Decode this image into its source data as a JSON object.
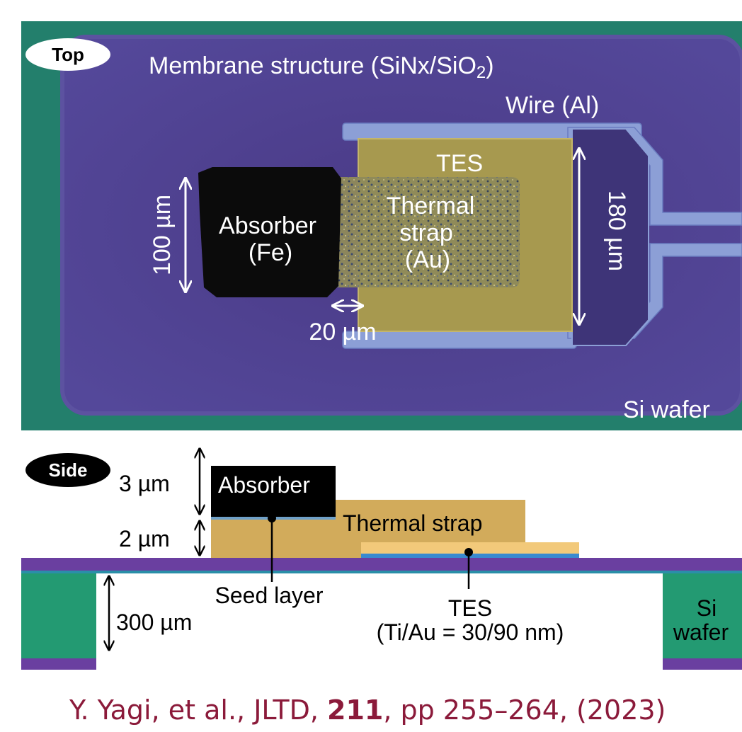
{
  "top": {
    "badge": "Top",
    "membrane_label": "Membrane structure (SiNx/SiO",
    "membrane_sub": "2",
    "membrane_close": ")",
    "wire_label": "Wire (Al)",
    "tes_label": "TES",
    "absorber_line1": "Absorber",
    "absorber_line2": "(Fe)",
    "strap_line1": "Thermal",
    "strap_line2": "strap",
    "strap_line3": "(Au)",
    "dim_absorber": "100 µm",
    "dim_tes": "180 µm",
    "dim_gap": "20 µm",
    "si_wafer_label": "Si wafer"
  },
  "side": {
    "badge": "Side",
    "dim_absorber": "3 µm",
    "dim_strap": "2 µm",
    "dim_wafer": "300 µm",
    "absorber_label": "Absorber",
    "strap_label": "Thermal strap",
    "seed_label": "Seed layer",
    "tes_label": "TES",
    "tes_detail": "(Ti/Au = 30/90 nm)",
    "si_line1": "Si",
    "si_line2": "wafer"
  },
  "citation": {
    "authors": "Y. Yagi, et al., JLTD, ",
    "volume": "211",
    "rest": ", pp 255–264, (2023)"
  },
  "colors": {
    "si_wafer_green": "#237f6c",
    "membrane_purple": "#4c3f8d",
    "wire_blue": "#8c9fd6",
    "gold": "#d2ab5b",
    "absorber_black": "#0b0b0b",
    "citation_red": "#8b1a3a"
  }
}
